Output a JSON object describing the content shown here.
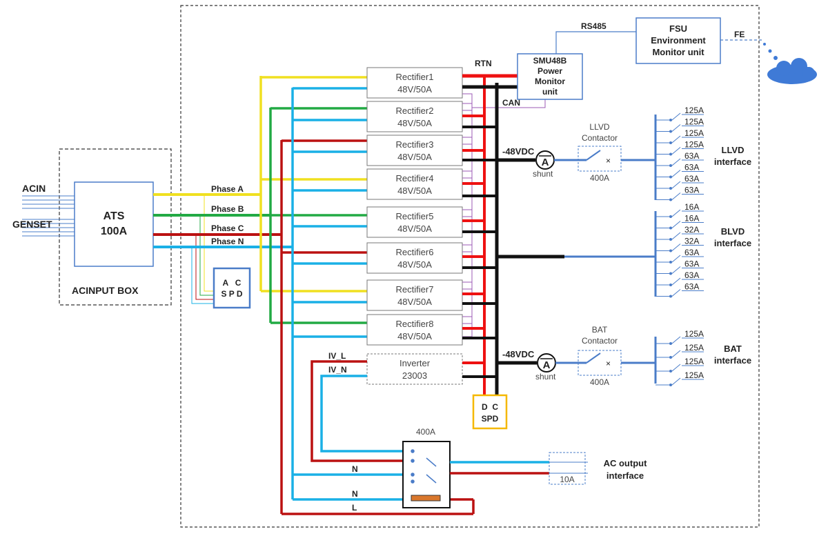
{
  "acin_label": "ACIN",
  "genset_label": "GENSET",
  "ats": {
    "line1": "ATS",
    "line2": "100A"
  },
  "acinput_box_label": "ACINPUT BOX",
  "phases": [
    "Phase A",
    "Phase B",
    "Phase C",
    "Phase N"
  ],
  "ac_spd": {
    "line1": "A   C",
    "line2": "S P D"
  },
  "rectifiers": [
    {
      "name": "Rectifier1",
      "rating": "48V/50A"
    },
    {
      "name": "Rectifier2",
      "rating": "48V/50A"
    },
    {
      "name": "Rectifier3",
      "rating": "48V/50A"
    },
    {
      "name": "Rectifier4",
      "rating": "48V/50A"
    },
    {
      "name": "Rectifier5",
      "rating": "48V/50A"
    },
    {
      "name": "Rectifier6",
      "rating": "48V/50A"
    },
    {
      "name": "Rectifier7",
      "rating": "48V/50A"
    },
    {
      "name": "Rectifier8",
      "rating": "48V/50A"
    }
  ],
  "inverter": {
    "name": "Inverter",
    "model": "23003"
  },
  "iv_l": "IV_L",
  "iv_n": "IV_N",
  "rtn": "RTN",
  "can": "CAN",
  "rs485": "RS485",
  "fe": "FE",
  "smu": {
    "line1": "SMU48B",
    "line2": "Power",
    "line3": "Monitor",
    "line4": "unit"
  },
  "fsu": {
    "line1": "FSU",
    "line2": "Environment",
    "line3": "Monitor unit"
  },
  "dc_spd": {
    "line1": "D  C",
    "line2": "SPD"
  },
  "neg48_top": "-48VDC",
  "neg48_bottom": "-48VDC",
  "shunt_top": "shunt",
  "shunt_bottom": "shunt",
  "ammeter_symbol": "A",
  "llvd_contactor": {
    "line1": "LLVD",
    "line2": "Contactor",
    "rating": "400A"
  },
  "bat_contactor": {
    "line1": "BAT",
    "line2": "Contactor",
    "rating": "400A"
  },
  "llvd_breakers": [
    "125A",
    "125A",
    "125A",
    "125A",
    "63A",
    "63A",
    "63A",
    "63A"
  ],
  "blvd_breakers": [
    "16A",
    "16A",
    "32A",
    "32A",
    "63A",
    "63A",
    "63A",
    "63A"
  ],
  "bat_breakers": [
    "125A",
    "125A",
    "125A",
    "125A"
  ],
  "llvd_interface": {
    "line1": "LLVD",
    "line2": "interface"
  },
  "blvd_interface": {
    "line1": "BLVD",
    "line2": "interface"
  },
  "bat_interface": {
    "line1": "BAT",
    "line2": "interface"
  },
  "ac_switch_rating": "400A",
  "n_label_1": "N",
  "n_label_2": "N",
  "l_label": "L",
  "ac_output": {
    "line1": "AC output",
    "line2": "interface",
    "breaker": "10A"
  },
  "colors": {
    "phase_a": "#f0e020",
    "phase_b": "#22aa44",
    "phase_c": "#bb1111",
    "phase_n": "#1ab0e6",
    "dc_positive": "#ee1111",
    "dc_negative": "#111111",
    "signal": "#4a7cc8",
    "can_bus": "#9b59b6",
    "dc_spd_border": "#f5b800"
  }
}
